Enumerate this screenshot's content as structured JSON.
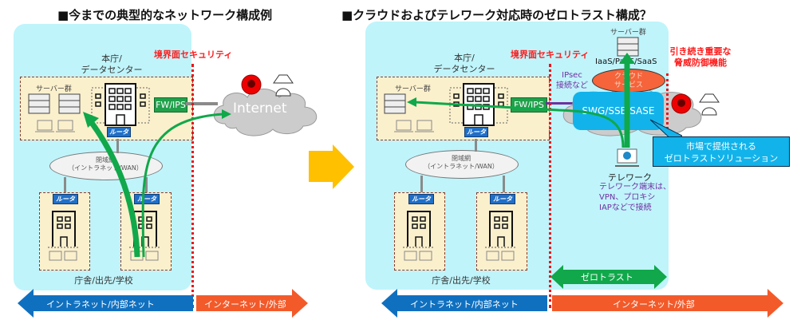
{
  "left": {
    "title": "■今までの典型的なネットワーク構成例",
    "hq_label_line1": "本庁/",
    "hq_label_line2": "データセンター",
    "server_group": "サーバー群",
    "router": "ルータ",
    "fw": "FW/IPS",
    "perimeter": "境界面セキュリティ",
    "internet": "Internet",
    "wan_line1": "閉域網",
    "wan_line2": "（イントラネット/WAN）",
    "branch_router_1": "ルータ",
    "branch_router_2": "ルータ",
    "branches_label": "庁舎/出先/学校",
    "intranet_arrow": "イントラネット/内部ネット",
    "internet_arrow": "インターネット/外部"
  },
  "right": {
    "title": "■クラウドおよびテレワーク対応時のゼロトラスト構成？",
    "hq_label_line1": "本庁/",
    "hq_label_line2": "データセンター",
    "server_group": "サーバー群",
    "router": "ルータ",
    "fw": "FW/IPS",
    "perimeter": "境界面セキュリティ",
    "ipsec_line1": "IPsec",
    "ipsec_line2": "接続など",
    "cloud_server_group": "サーバー群",
    "iaas": "IaaS/PaaS/SaaS",
    "cloud_service_line1": "クラウド",
    "cloud_service_line2": "サービス",
    "threat_line1": "引き続き重要な",
    "threat_line2": "脅威防御機能",
    "sase": "SWG/SSE/SASE",
    "callout_line1": "市場で提供される",
    "callout_line2": "ゼロトラストソリューション",
    "telework": "テレワーク",
    "telework_note_line1": "テレワーク端末は、",
    "telework_note_line2": "VPN、プロキシ",
    "telework_note_line3": "IAPなどで接続",
    "wan_line1": "閉域網",
    "wan_line2": "（イントラネット/WAN）",
    "branch_router_1": "ルータ",
    "branch_router_2": "ルータ",
    "branches_label": "庁舎/出先/学校",
    "zero_trust_arrow": "ゼロトラスト",
    "intranet_arrow": "イントラネット/内部ネット",
    "internet_arrow": "インターネット/外部"
  },
  "colors": {
    "panel": "#bff4fb",
    "perimeter_red": "#e8141c",
    "fw_green": "#21a04b",
    "flow_green": "#10a84a",
    "intranet_blue": "#1070c0",
    "internet_orange": "#f35a2a",
    "transition_yellow": "#ffc000",
    "sase_blue": "#12b3ea",
    "purple": "#7030a0"
  }
}
